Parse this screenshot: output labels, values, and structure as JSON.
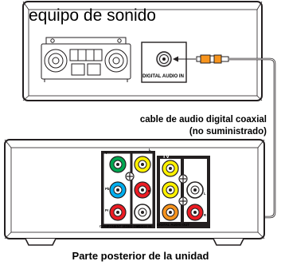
{
  "stereo": {
    "title": "equipo de sonido",
    "port_label": "DIGITAL AUDIO IN"
  },
  "cable": {
    "line1": "cable de audio digital coaxial",
    "line2": "(no suministrado)"
  },
  "unit": {
    "label": "Parte posterior de la unidad",
    "panel": {
      "component_label": "COMPONENT VIDEO OUT",
      "audio_in_label": "AUDIO IN",
      "video_out_label": "VIDEO OUT",
      "tv_label": "TV",
      "audio_out_label": "AUDIO OUT",
      "digital_out_label": "DIGITAL AUDIO OUT",
      "y_label": "Y",
      "pb_label": "Pb",
      "pr_label": "Pr",
      "l_label": "L",
      "r_label": "R"
    }
  },
  "colors": {
    "line": "#231f20",
    "cable_plug": "#f7941d",
    "green": "#00a651",
    "blue": "#00aeef",
    "red": "#ed1c24",
    "yellow": "#fff200",
    "white": "#ffffff"
  }
}
